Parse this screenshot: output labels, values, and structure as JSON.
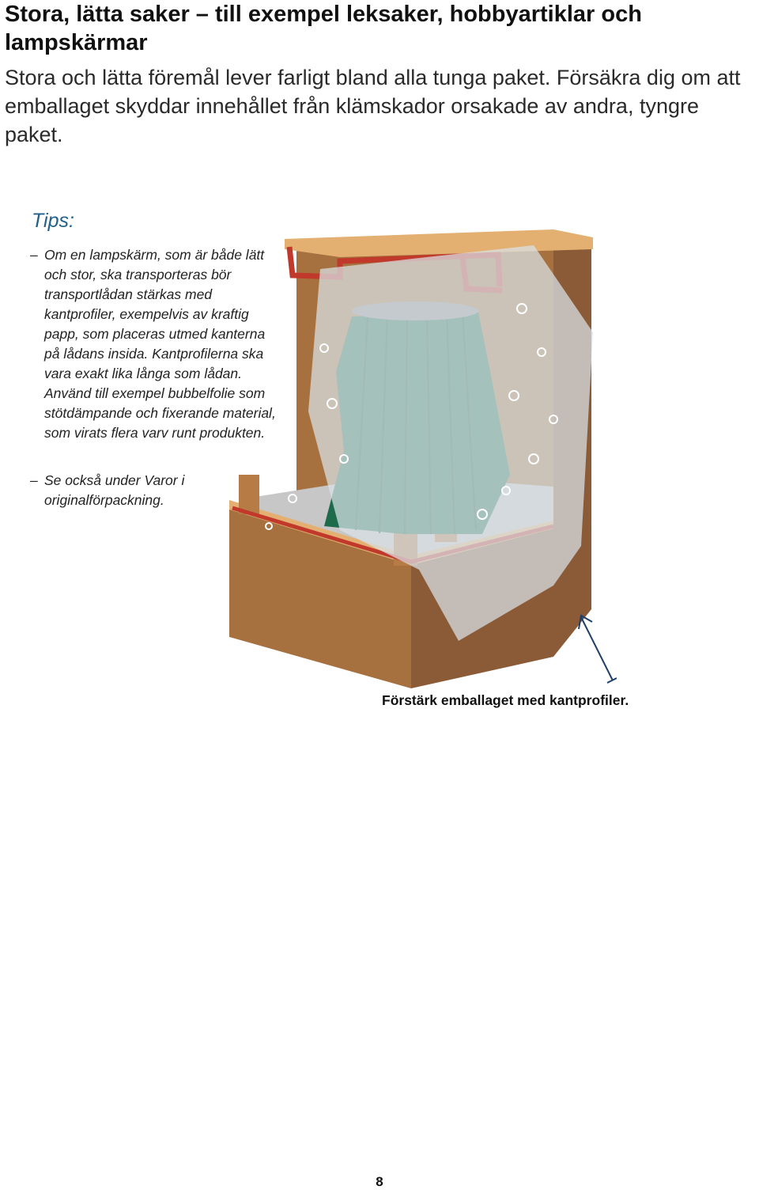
{
  "page": {
    "heading": "Stora, lätta saker – till exempel leksaker, hobbyartiklar och lampskärmar",
    "intro": "Stora och lätta föremål lever farligt bland alla tunga paket. Försäkra dig om att emballaget skyddar innehållet från klämskador orsakade av andra, tyngre paket.",
    "tips_title": "Tips:",
    "tips": [
      {
        "dash": "–",
        "text": "Om en lampskärm, som är både lätt och stor, ska transporteras bör transportlådan stärkas med kantprofiler, exempelvis av kraftig papp, som placeras utmed kanterna på lådans insida. Kantprofilerna ska vara exakt lika långa som lådan. Använd till exempel bubbelfolie som stötdämpande och fixerande material, som virats flera varv runt produkten."
      },
      {
        "dash": "–",
        "text": "Se också under Varor i originalförpackning."
      }
    ],
    "caption": "Förstärk emballaget med kantprofiler.",
    "page_number": "8"
  },
  "colors": {
    "tips_title": "#1f5f8a",
    "box_side": "#8b5a36",
    "box_top": "#e3b071",
    "box_inner": "#a7713f",
    "edge_profile": "#c0392b",
    "lampshade": "#1d6b4b",
    "bubble_wrap": "#d9e2e8",
    "arrow": "#1f3f6b"
  },
  "illustration": {
    "subject": "cardboard-box-with-lampshade-and-bubble-wrap"
  }
}
